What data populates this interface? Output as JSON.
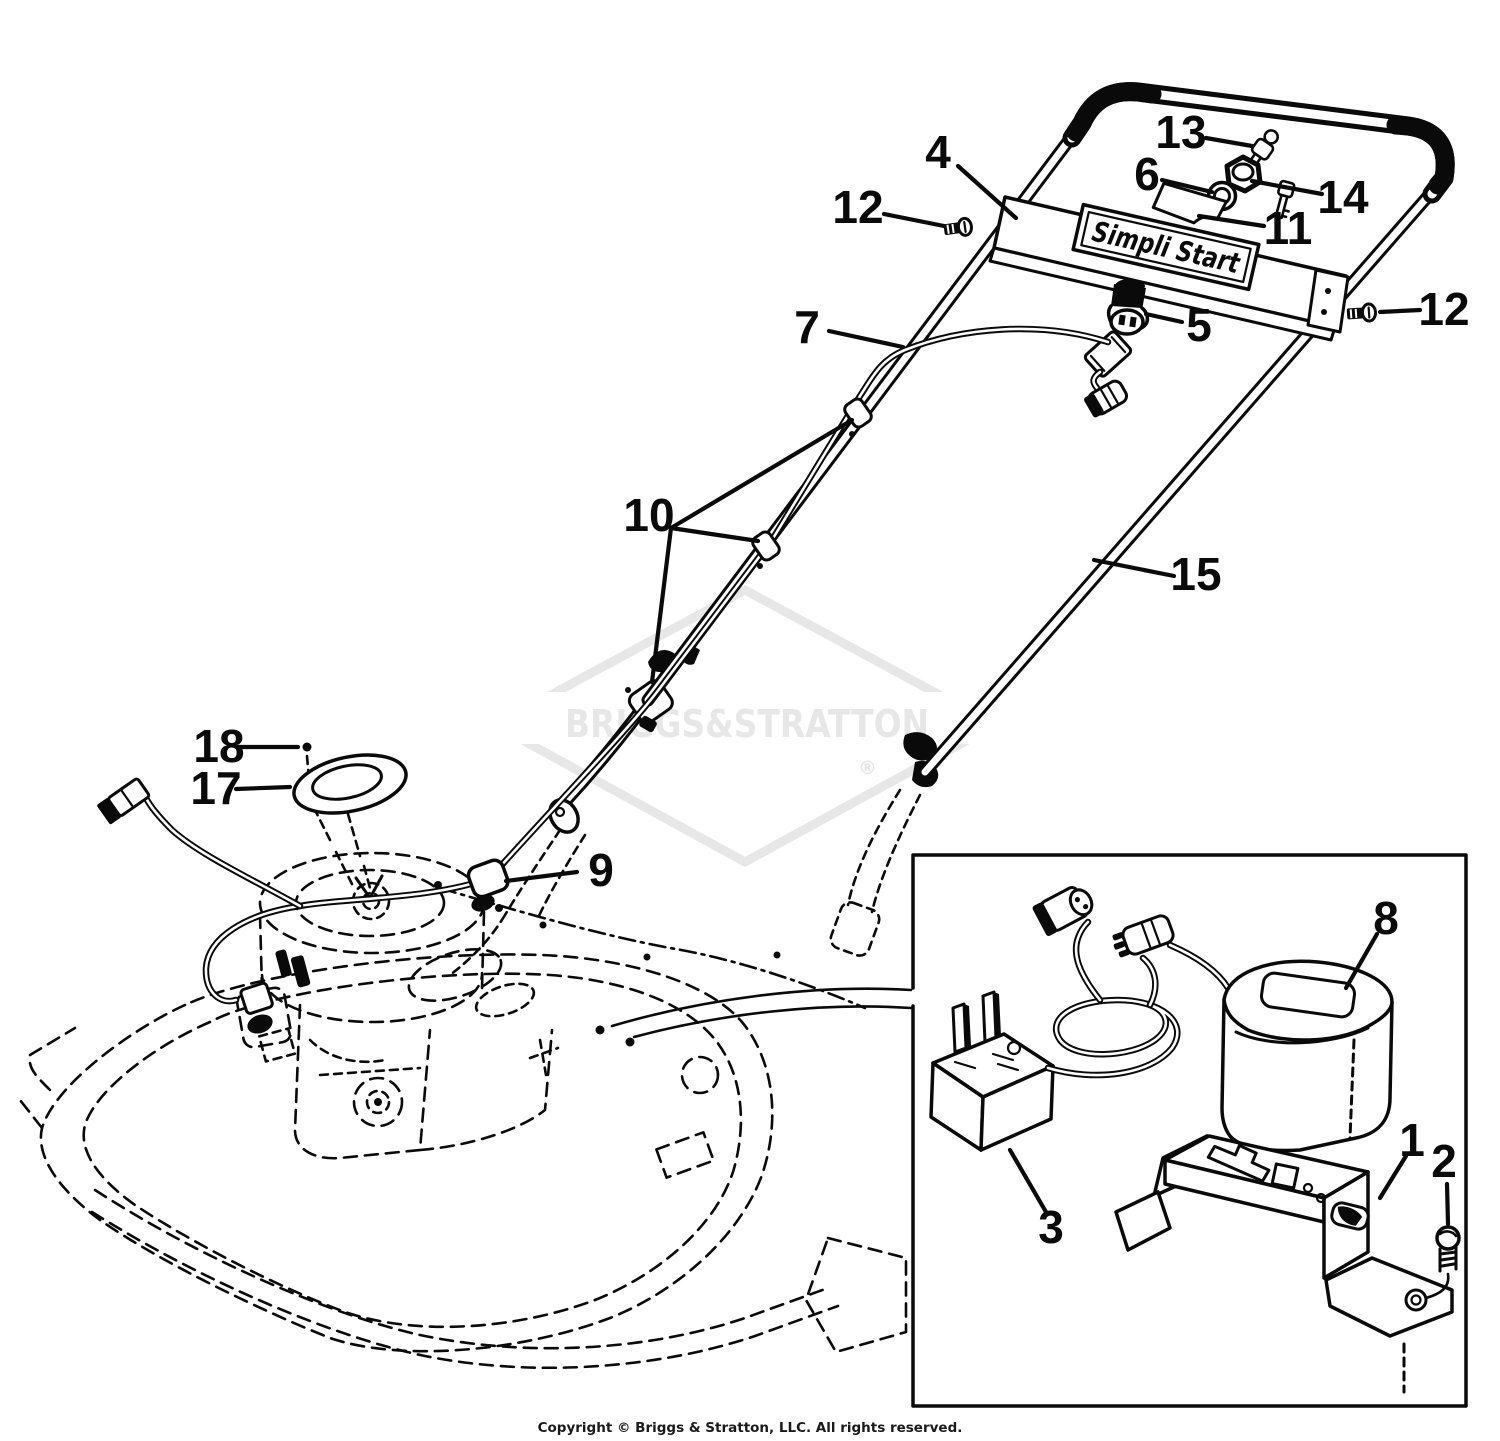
{
  "watermark": {
    "brand": "BRIGGS&STRATTON",
    "registered_mark": "®"
  },
  "handle_label": {
    "text": "Simpli Start"
  },
  "footer": {
    "copyright": "Copyright © Briggs & Stratton, LLC. All rights reserved."
  },
  "colors": {
    "ink": "#0a0a0a",
    "watermark": "#e7e7e7",
    "paper": "#ffffff"
  },
  "callouts": {
    "c1": {
      "label": "1"
    },
    "c2": {
      "label": "2"
    },
    "c3": {
      "label": "3"
    },
    "c4": {
      "label": "4"
    },
    "c5": {
      "label": "5"
    },
    "c6": {
      "label": "6"
    },
    "c7": {
      "label": "7"
    },
    "c8": {
      "label": "8"
    },
    "c9": {
      "label": "9"
    },
    "c10": {
      "label": "10"
    },
    "c11": {
      "label": "11"
    },
    "c12a": {
      "label": "12"
    },
    "c12b": {
      "label": "12"
    },
    "c13": {
      "label": "13"
    },
    "c14": {
      "label": "14"
    },
    "c15": {
      "label": "15"
    },
    "c17": {
      "label": "17"
    },
    "c18": {
      "label": "18"
    }
  }
}
